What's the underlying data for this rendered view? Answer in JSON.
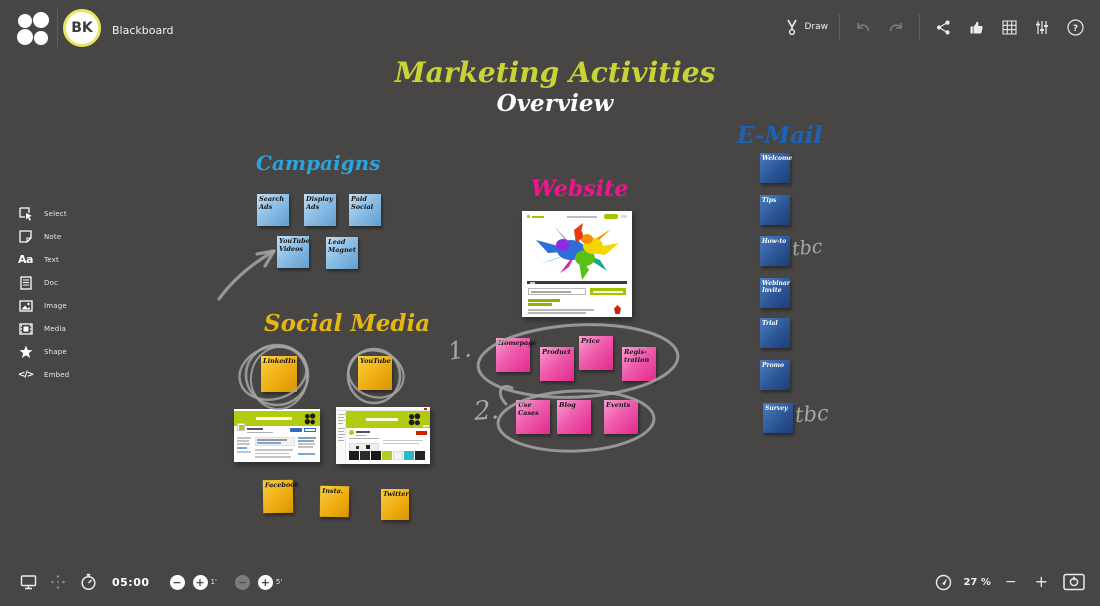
{
  "header": {
    "board_title": "Blackboard",
    "avatar_initials": "BK",
    "draw_label": "Draw"
  },
  "icons": {
    "app-logo": "four-circles-clover",
    "draw-icon": "pen-nib",
    "undo-icon": "arrow-curve-left",
    "redo-icon": "arrow-curve-right",
    "share-icon": "share-nodes",
    "like-icon": "thumbs-up",
    "grid-icon": "grid-3x3",
    "settings-icon": "sliders",
    "help-icon": "question-circle",
    "present-icon": "monitor",
    "follow-icon": "dot-cluster",
    "timer-icon": "stopwatch",
    "speed-icon": "gauge-needle",
    "fit-icon": "fit-to-screen"
  },
  "sidebar": {
    "items": [
      {
        "label": "Select"
      },
      {
        "label": "Note"
      },
      {
        "label": "Text"
      },
      {
        "label": "Doc"
      },
      {
        "label": "Image"
      },
      {
        "label": "Media"
      },
      {
        "label": "Shape"
      },
      {
        "label": "Embed"
      }
    ]
  },
  "canvas": {
    "title": "Marketing Activities",
    "subtitle": "Overview",
    "title_color": "#c9d434",
    "campaigns": {
      "label": "Campaigns",
      "color": "#2aa4de",
      "notes": [
        "Search Ads",
        "Display Ads",
        "Paid Social",
        "YouTube Videos",
        "Lead Magnet"
      ]
    },
    "website": {
      "label": "Website",
      "color": "#f2148e",
      "group1_number": "1.",
      "group1_notes": [
        "Homepage",
        "Product",
        "Price",
        "Regis-tration"
      ],
      "group2_number": "2.",
      "group2_notes": [
        "Use Cases",
        "Blog",
        "Events"
      ]
    },
    "social": {
      "label": "Social Media",
      "color": "#e6b70e",
      "circled_notes": [
        "LinkedIn",
        "YouTube"
      ],
      "notes": [
        "Facebook",
        "Insta.",
        "Twitter"
      ]
    },
    "email": {
      "label": "E-Mail",
      "color": "#1b63b5",
      "notes": [
        "Welcome",
        "Tips",
        "How-to",
        "Webinar Invite",
        "Trial",
        "Promo",
        "Survey"
      ],
      "annotation_how_to": "tbc",
      "annotation_survey": "tbc"
    }
  },
  "footer": {
    "timer_value": "05:00",
    "minute_small": "1'",
    "minute_large": "5'",
    "zoom_level": "27 %"
  },
  "note_colors": {
    "campaigns_blue": "#7fb2dc",
    "website_pink": "#ee4ba3",
    "social_yellow": "#eeb21c",
    "email_navy": "#2b5a9e"
  }
}
